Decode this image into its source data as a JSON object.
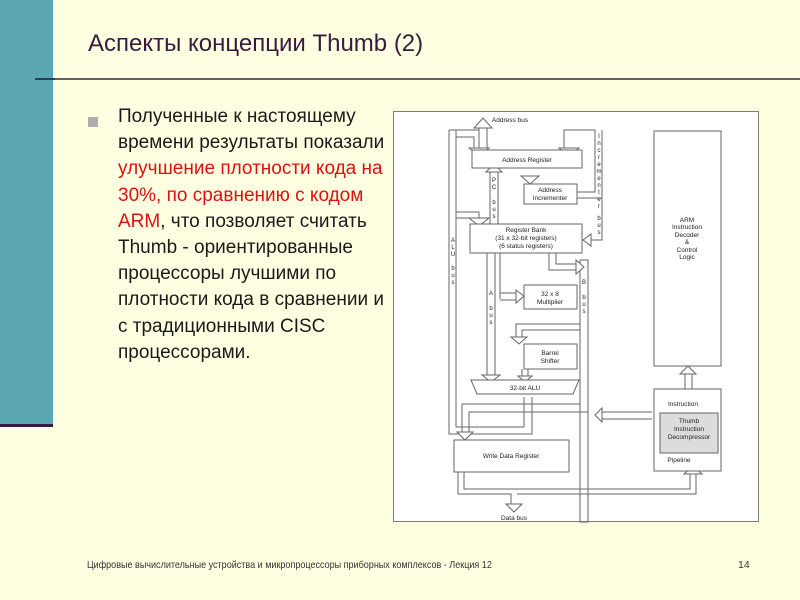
{
  "slide": {
    "title": "Аспекты концепции Thumb (2)",
    "bullet": {
      "text_before": "Полученные к настоящему времени результаты показали ",
      "highlight": "улучшение плотности кода на 30%, по сравнению с кодом ARM",
      "text_after": ", что позволяет считать Thumb - ориентированные процессоры лучшими по плотности кода в сравнении и с традиционными CISC процессорами.",
      "highlight_color": "#E01010"
    },
    "footer": "Цифровые вычислительные устройства и микропроцессоры приборных комплексов - Лекция 12",
    "page_number": "14"
  },
  "diagram": {
    "labels": {
      "address_bus": "Address bus",
      "address_register": "Address Register",
      "address_incrementer": [
        "Address",
        "Incrementer"
      ],
      "register_bank": [
        "Register Bank",
        "(31 x 32-bit registers)",
        "(6 status registers)"
      ],
      "multiplier": [
        "32 x 8",
        "Multiplier"
      ],
      "barrel_shifter": [
        "Barrel",
        "Shifter"
      ],
      "alu": "32-bit ALU",
      "write_data_register": "Write Data Register",
      "data_bus": "Data bus",
      "arm_decoder": [
        "ARM",
        "Instruction",
        "Decoder",
        "&",
        "Control",
        "Logic"
      ],
      "pipeline_top": "Instruction",
      "thumb_decompressor": [
        "Thumb",
        "Instruction",
        "Decompressor"
      ],
      "pipeline_bottom": "Pipeline",
      "pc_bus": "PC bus",
      "alu_bus": "ALU bus",
      "a_bus": "A bus",
      "b_bus": "B bus",
      "incrementer_bus": "Incrementer bus"
    }
  },
  "colors": {
    "background": "#FFFFE1",
    "sidebar": "#5BA8B3",
    "title": "#3A1B40"
  }
}
